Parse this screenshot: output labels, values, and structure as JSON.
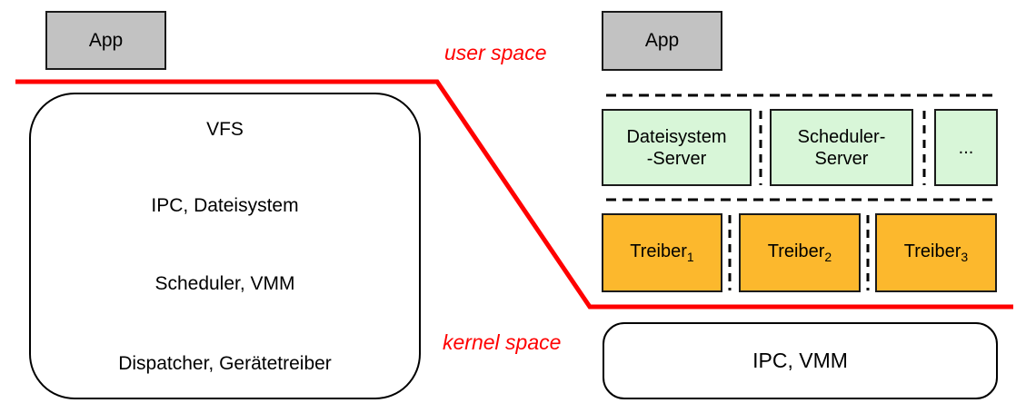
{
  "labels": {
    "user_space": "user space",
    "kernel_space": "kernel space"
  },
  "colors": {
    "boundary_red": "#ff0000",
    "app_gray": "#c2c2c2",
    "server_green": "#d8f6d8",
    "driver_orange": "#fcb82d"
  },
  "left": {
    "app": "App",
    "kernel_layers": [
      "VFS",
      "IPC, Dateisystem",
      "Scheduler, VMM",
      "Dispatcher, Gerätetreiber"
    ]
  },
  "right": {
    "app": "App",
    "servers": [
      {
        "line1": "Dateisystem",
        "line2": "-Server"
      },
      {
        "line1": "Scheduler-",
        "line2": "Server"
      },
      {
        "line1": "..."
      }
    ],
    "drivers": [
      {
        "base": "Treiber",
        "sub": "1"
      },
      {
        "base": "Treiber",
        "sub": "2"
      },
      {
        "base": "Treiber",
        "sub": "3"
      }
    ],
    "kernel": "IPC, VMM"
  }
}
